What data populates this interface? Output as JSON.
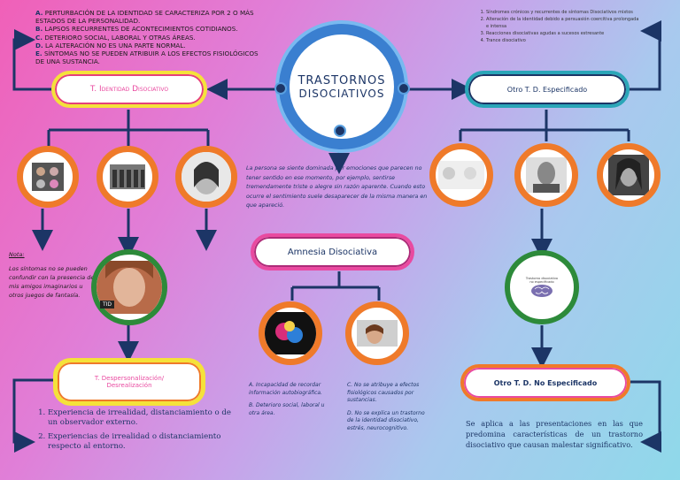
{
  "title": {
    "line1": "TRASTORNOS",
    "line2": "DISOCIATIVOS"
  },
  "left_list": [
    {
      "marker": "A.",
      "text": "Perturbación de la identidad se caracteriza por 2 o más estados de la personalidad."
    },
    {
      "marker": "B.",
      "text": "Lapsos recurrentes de acontecimientos cotidianos."
    },
    {
      "marker": "C.",
      "text": "Deterioro social, laboral y otras áreas."
    },
    {
      "marker": "D.",
      "text": "La alteración no es una parte normal."
    },
    {
      "marker": "E.",
      "text": "Síntomas no se pueden atribuir a los efectos fisiológicos de una sustancia."
    }
  ],
  "right_list": [
    "Síndromes crónicos y recurrentes de síntomas Disociativos mixtos",
    "Alteración de la identidad debido a persuasión coercitiva prolongada e intensa",
    "Reacciones disociativas agudas a sucesos estresante",
    "Trance disociativo"
  ],
  "nodes": {
    "tid": "T. Identidad Disociativo",
    "otro": "Otro T. D. Especificado",
    "amnesia": "Amnesia Disociativa",
    "despersonalizacion_1": "T. Despersonalización/",
    "despersonalizacion_2": "Desrealización",
    "no_especificado": "Otro T. D. No Especificado"
  },
  "center_text": "La persona se siente dominada por emociones que parecen no tener sentido en ese momento, por ejemplo, sentirse tremendamente triste o alegre sin razón aparente. Cuando esto ocurre el sentimiento suele desaparecer de la misma manera en que apareció.",
  "nota": {
    "label": "Nota:",
    "text": "Los síntomas no se pueden confundir con la presencia de mis amigos imaginarios u otros juegos de fantasía."
  },
  "tid_badge": "TID",
  "desper_list": [
    "Experiencia de irrealidad, distanciamiento o de un observador externo.",
    "Experiencias de irrealidad o distanciamiento respecto al entorno."
  ],
  "amnesia_list_left": [
    {
      "marker": "A.",
      "text": "Incapacidad de recordar información autobiográfica."
    },
    {
      "marker": "B.",
      "text": "Deterioro social, laboral u otra área."
    }
  ],
  "amnesia_list_right": [
    {
      "marker": "C.",
      "text": "No se atribuye a efectos fisiológicos causados por sustancias."
    },
    {
      "marker": "D.",
      "text": "No se explica un trastorno de la identidad disociativo, estrés, neurocognitivo."
    }
  ],
  "no_especificado_text": "Se aplica a las presentaciones en las que predomina características de un trastorno disociativo que causan malestar significativo.",
  "brain_caption": "Trastorno disociativo no especificado",
  "colors": {
    "navy": "#1c3566",
    "yellow": "#f5e23a",
    "teal": "#2aa6b8",
    "pink": "#e94aa0",
    "orange": "#ef7a2a",
    "green": "#2d8a3a",
    "red_ring": "#e25a2c"
  }
}
